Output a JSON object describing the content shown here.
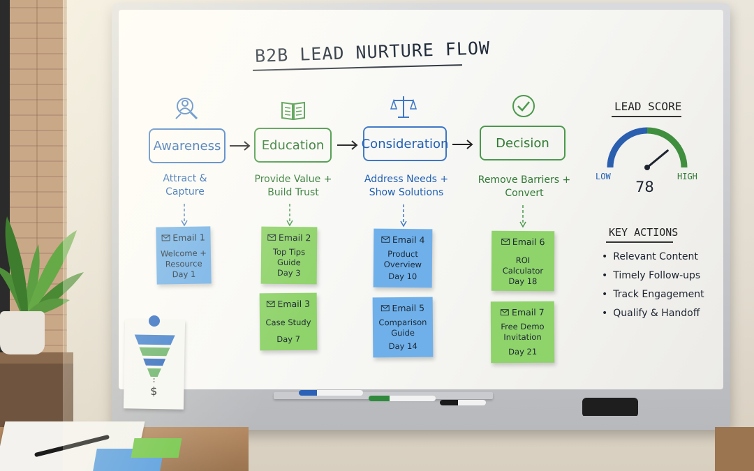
{
  "board": {
    "title": "B2B LEAD NURTURE FLOW"
  },
  "stages": [
    {
      "label": "Awareness",
      "description": [
        "Attract &",
        "Capture"
      ],
      "icon": "magnifier-person-icon",
      "color": "#1f5fb3",
      "notes": [
        {
          "email": "Email 1",
          "lines": [
            "Welcome +",
            "Resource"
          ],
          "day": "Day 1",
          "color": "#6fb0ea"
        }
      ]
    },
    {
      "label": "Education",
      "description": [
        "Provide Value +",
        "Build Trust"
      ],
      "icon": "open-book-icon",
      "color": "#2f7a33",
      "notes": [
        {
          "email": "Email 2",
          "lines": [
            "Top Tips",
            "Guide"
          ],
          "day": "Day 3",
          "color": "#8fd36b"
        },
        {
          "email": "Email 3",
          "lines": [
            "Case Study"
          ],
          "day": "Day 7",
          "color": "#8fd36b"
        }
      ]
    },
    {
      "label": "Consideration",
      "description": [
        "Address Needs +",
        "Show Solutions"
      ],
      "icon": "balance-scale-icon",
      "color": "#1f5fb3",
      "notes": [
        {
          "email": "Email 4",
          "lines": [
            "Product",
            "Overview"
          ],
          "day": "Day 10",
          "color": "#6fb0ea"
        },
        {
          "email": "Email 5",
          "lines": [
            "Comparison",
            "Guide"
          ],
          "day": "Day 14",
          "color": "#6fb0ea"
        }
      ]
    },
    {
      "label": "Decision",
      "description": [
        "Remove Barriers +",
        "Convert"
      ],
      "icon": "check-circle-icon",
      "color": "#2f7a33",
      "notes": [
        {
          "email": "Email 6",
          "lines": [
            "ROI Calculator"
          ],
          "day": "Day 18",
          "color": "#8fd36b"
        },
        {
          "email": "Email 7",
          "lines": [
            "Free Demo",
            "Invitation"
          ],
          "day": "Day 21",
          "color": "#8fd36b"
        }
      ]
    }
  ],
  "lead_score": {
    "title": "LEAD SCORE",
    "low_label": "LOW",
    "high_label": "HIGH",
    "value": "78",
    "level_fraction": 0.78
  },
  "key_actions": {
    "title": "KEY ACTIONS",
    "items": [
      "Relevant Content",
      "Timely Follow-ups",
      "Track Engagement",
      "Qualify & Handoff"
    ]
  },
  "funnel_note": {
    "symbol": "$"
  },
  "colors": {
    "blue_ink": "#1f5fb3",
    "green_ink": "#2f7a33",
    "blue_note": "#6fb0ea",
    "green_note": "#8fd36b"
  }
}
